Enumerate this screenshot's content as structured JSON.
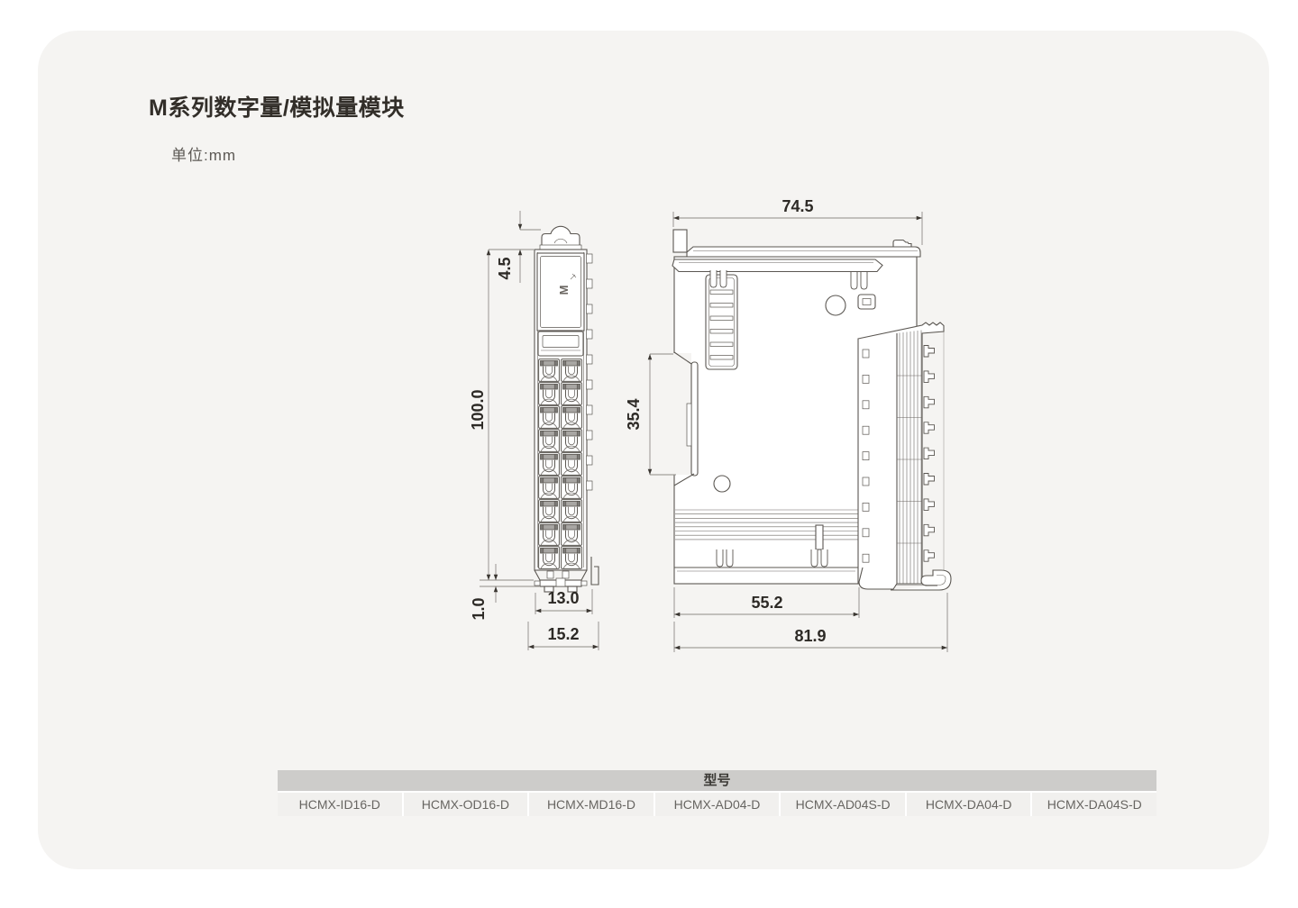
{
  "page": {
    "title": "M系列数字量/模拟量模块",
    "unit_label": "单位:mm"
  },
  "front_view": {
    "logo": "M",
    "dims": {
      "latch_height": "4.5",
      "body_height": "100.0",
      "foot_height": "1.0",
      "body_width": "13.0",
      "total_width": "15.2"
    }
  },
  "side_view": {
    "dims": {
      "top_width": "74.5",
      "din_clip_height": "35.4",
      "body_depth": "55.2",
      "total_depth": "81.9"
    }
  },
  "model_table": {
    "header": "型号",
    "models": [
      "HCMX-ID16-D",
      "HCMX-OD16-D",
      "HCMX-MD16-D",
      "HCMX-AD04-D",
      "HCMX-AD04S-D",
      "HCMX-DA04-D",
      "HCMX-DA04S-D"
    ]
  },
  "colors": {
    "card_background": "#f5f4f2",
    "drawing_line": "#5b5752",
    "dimension_text": "#2d2a26",
    "table_header_background": "#cdccca",
    "table_cell_background": "#f1f0ee"
  }
}
